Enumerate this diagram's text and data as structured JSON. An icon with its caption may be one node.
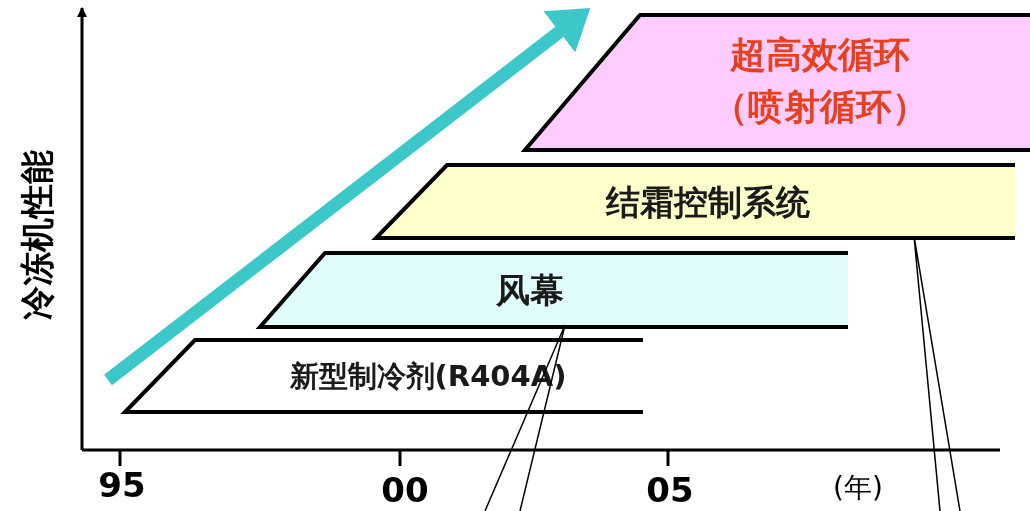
{
  "diagram": {
    "nodes": [
      {
        "text": [
          "超高效循环",
          "（喷射循环）"
        ]
      },
      {
        "text": [
          "结霜控制系统"
        ]
      },
      {
        "text": [
          "风幕"
        ]
      },
      {
        "text": [
          "新型制冷剂(R404A)"
        ]
      }
    ],
    "edges": [
      {
        "from": 2,
        "to": null,
        "arrow": "none"
      },
      {
        "from": 1,
        "to": null,
        "arrow": "none"
      }
    ],
    "labels": [
      "冷冻机性能",
      "95",
      "00",
      "05",
      "(年)"
    ]
  }
}
